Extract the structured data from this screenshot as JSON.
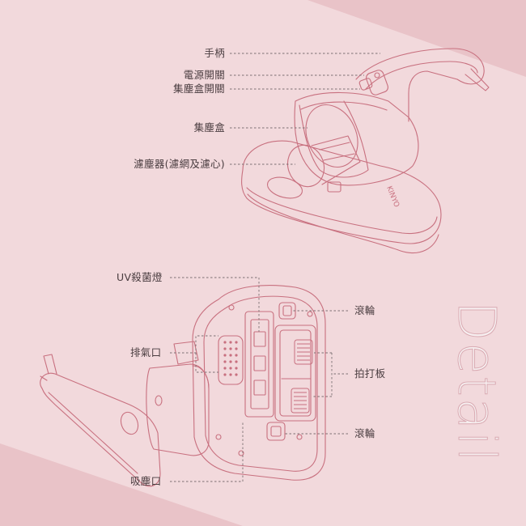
{
  "colors": {
    "background": "#f2d9dc",
    "band": "#e9c3c8",
    "outline": "#c8707f",
    "leader": "#7c6f72",
    "text": "#4a3d40"
  },
  "brand": "KINYO",
  "watermark": "Detail",
  "labels_top": {
    "handle": "手柄",
    "power_switch": "電源開關",
    "dust_box_switch": "集塵盒開關",
    "dust_box": "集塵盒",
    "filter": "濾塵器(濾網及濾心)"
  },
  "labels_bottom": {
    "uv_lamp": "UV殺菌燈",
    "exhaust": "排氣口",
    "roller_top": "滾輪",
    "beater_plate": "拍打板",
    "roller_bottom": "滾輪",
    "suction_inlet": "吸塵口"
  }
}
